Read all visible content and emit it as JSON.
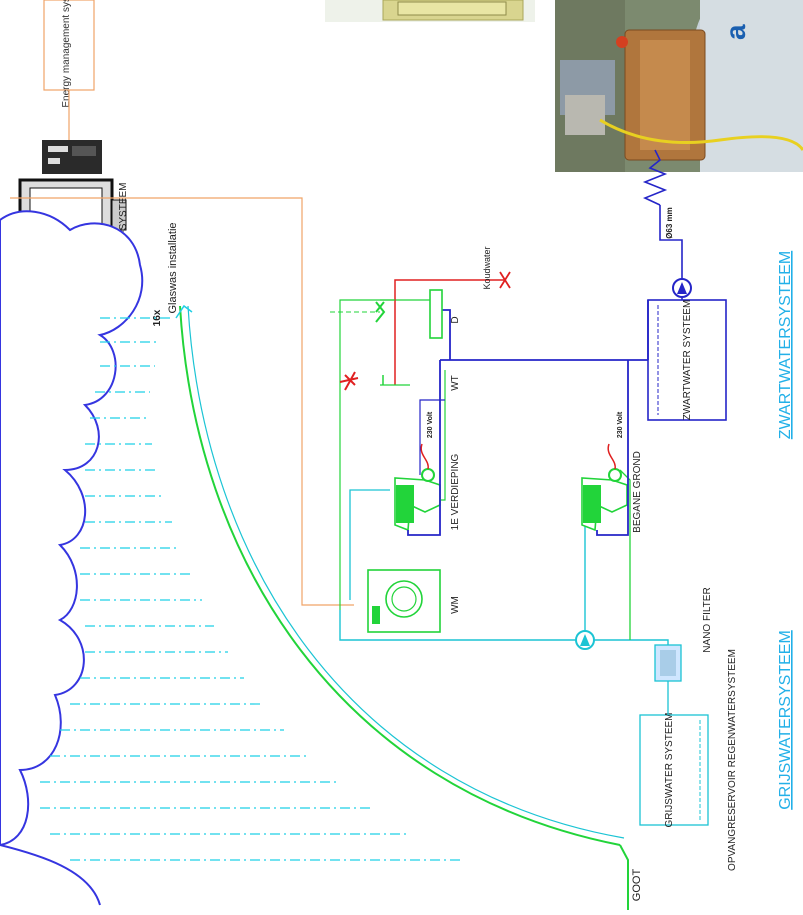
{
  "labels": {
    "energy_management": "Energy management system",
    "pc_system": "PC-SYSTEEM",
    "glaswas": "Glaswas installatie",
    "glaswas_count": "16x",
    "koudwater": "Koudwater",
    "eerste_verdieping": "1E VERDIEPING",
    "begane_grond": "BEGANE GROND",
    "volt_1": "230 Volt",
    "volt_2": "230 Volt",
    "wm": "WM",
    "wt": "WT",
    "d": "D",
    "nano_filter": "NANO FILTER",
    "grijswater_box": "GRIJSWATER SYSTEEM",
    "zwartwater_box": "ZWARTWATER SYSTEEM",
    "opvangreservoir": "OPVANGRESERVOIR REGENWATERSYSTEEM",
    "goot": "GOOT",
    "pipe_size": "Ø63 mm",
    "grijswatersysteem": "GRIJSWATERSYSTEEM",
    "zwartwatersysteem": "ZWARTWATERSYSTEEM"
  },
  "colors": {
    "cloud": "#3535e0",
    "rain": "#1fd0e6",
    "green_line": "#22d43a",
    "cyan_line": "#1bc4d4",
    "blue_pipe": "#2525c8",
    "orange_line": "#f0a468",
    "red_line": "#e02020",
    "title_text": "#22b0e8"
  }
}
